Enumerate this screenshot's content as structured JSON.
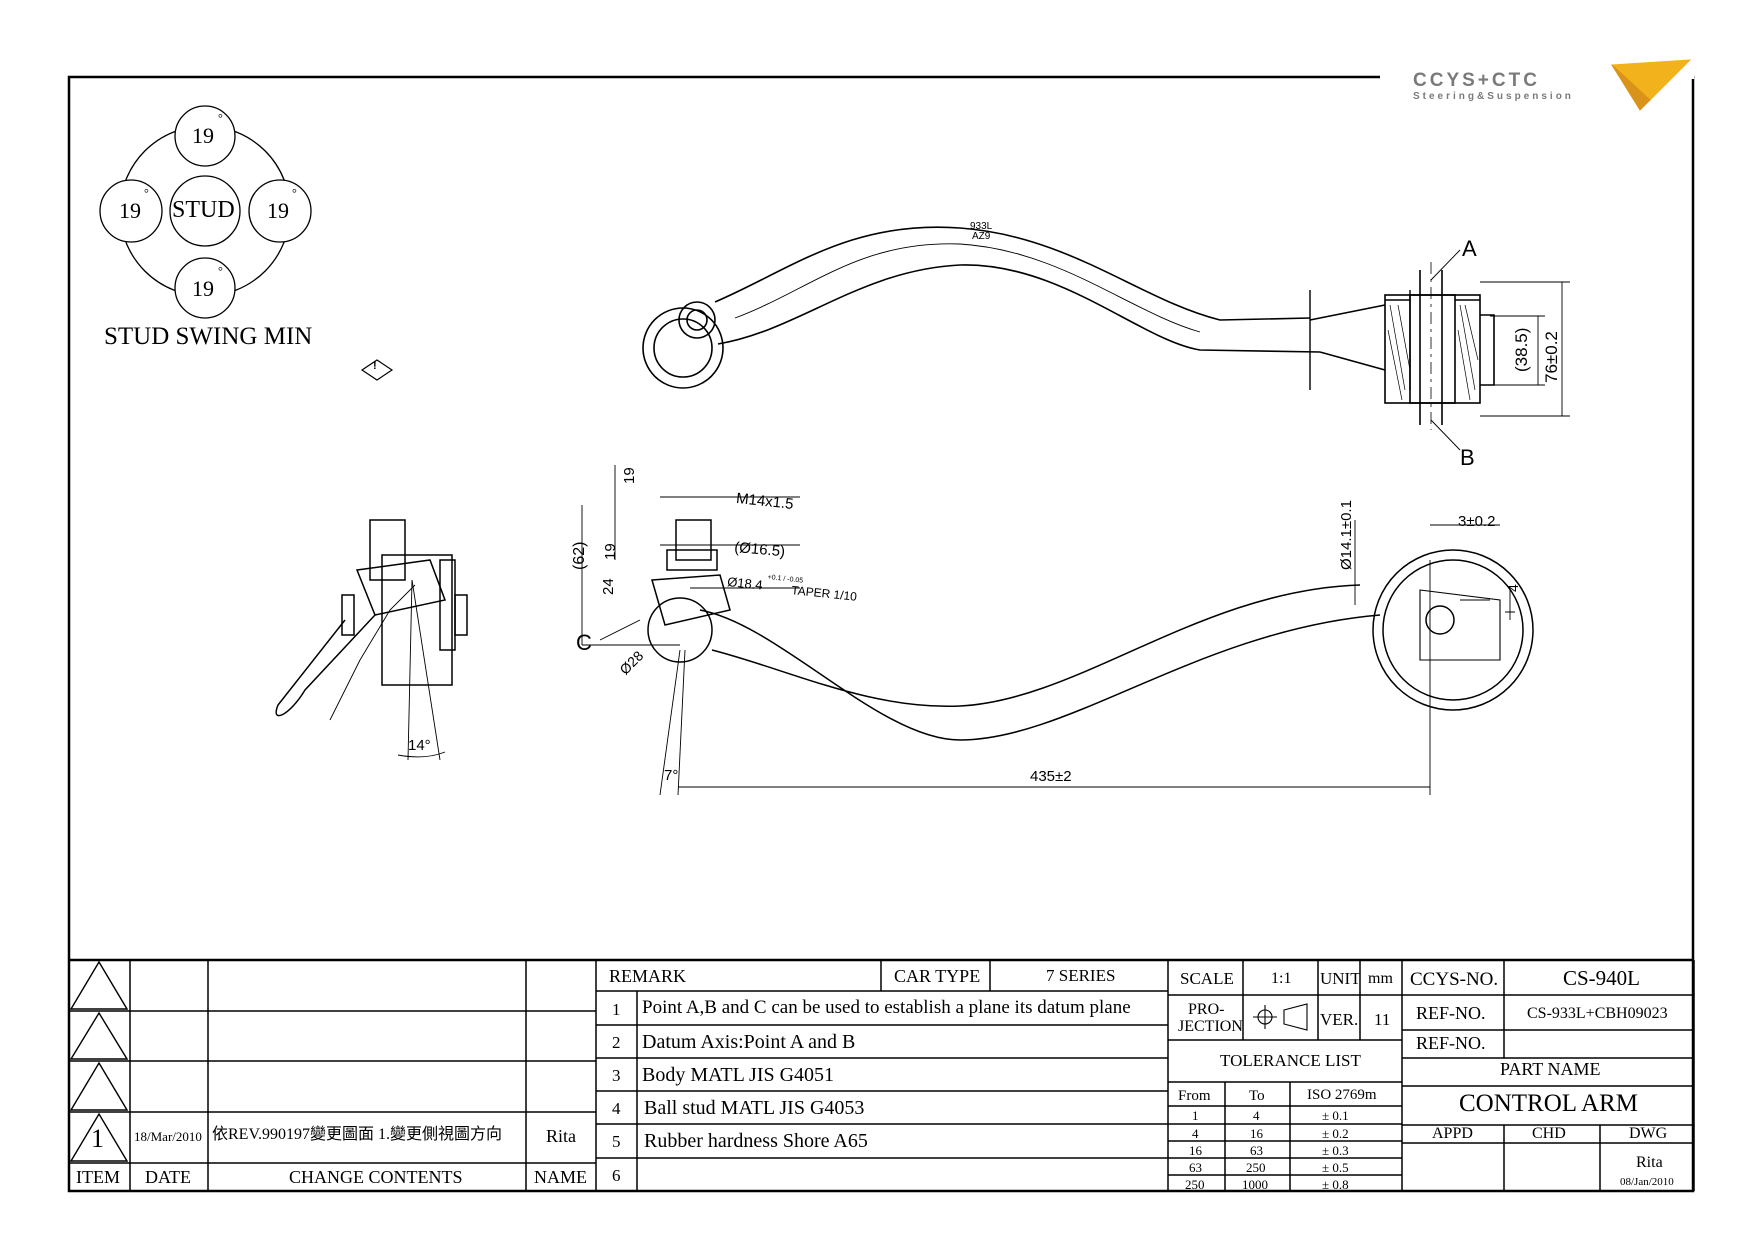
{
  "logo": {
    "brand": "CCYS+CTC",
    "tagline": "Steering&Suspension"
  },
  "stud_swing": {
    "caption": "STUD SWING MIN",
    "center": "STUD",
    "top": "19",
    "left": "19",
    "right": "19",
    "bottom": "19",
    "degree_symbol": "°"
  },
  "top_view": {
    "part_mark_1": "933L",
    "part_mark_2": "AZ9",
    "point_a": "A",
    "point_b": "B",
    "dim_bushing_inner": "(38.5)",
    "dim_bushing_outer": "76±0.2"
  },
  "side_view": {
    "warning_symbol": "!",
    "angle": "14°"
  },
  "front_view": {
    "dim_thread": "M14x1.5",
    "dim_shank": "(Ø16.5)",
    "dim_taper": "Ø18.4",
    "dim_taper_tol": "+0.1 / -0.05",
    "taper_note": "TAPER 1/10",
    "dim_19_top": "19",
    "dim_62": "(62)",
    "dim_19_mid": "19",
    "dim_24": "24",
    "point_c": "C",
    "dim_ball": "Ø28",
    "angle_7": "7°",
    "dim_length": "435±2",
    "dim_bore": "Ø14.1±0.1",
    "dim_offset": "3±0.2",
    "dim_4": "4"
  },
  "revision_table": {
    "rows": [
      {
        "item": "",
        "date": "",
        "contents": "",
        "name": ""
      },
      {
        "item": "",
        "date": "",
        "contents": "",
        "name": ""
      },
      {
        "item": "",
        "date": "",
        "contents": "",
        "name": ""
      },
      {
        "item": "1",
        "date": "18/Mar/2010",
        "contents": "依REV.990197變更圖面 1.變更側視圖方向",
        "name": "Rita"
      }
    ],
    "headers": {
      "item": "ITEM",
      "date": "DATE",
      "contents": "CHANGE CONTENTS",
      "name": "NAME"
    }
  },
  "remarks": {
    "label": "REMARK",
    "car_type_label": "CAR TYPE",
    "car_type": "7 SERIES",
    "items": [
      {
        "no": "1",
        "text": "Point A,B and C can be used to establish a plane its datum plane"
      },
      {
        "no": "2",
        "text": "Datum Axis:Point A and B"
      },
      {
        "no": "3",
        "text": "Body MATL JIS G4051"
      },
      {
        "no": "4",
        "text": "Ball stud MATL JIS G4053"
      },
      {
        "no": "5",
        "text": "Rubber hardness Shore A65"
      },
      {
        "no": "6",
        "text": ""
      }
    ]
  },
  "scale_block": {
    "scale_label": "SCALE",
    "scale": "1:1",
    "unit_label": "UNIT",
    "unit": "mm",
    "projection_label_1": "PRO-",
    "projection_label_2": "JECTION",
    "ver_label": "VER.",
    "ver": "11",
    "tolerance_title": "TOLERANCE LIST",
    "tol_headers": {
      "from": "From",
      "to": "To",
      "iso": "ISO 2769m"
    },
    "tolerances": [
      {
        "from": "1",
        "to": "4",
        "tol": "± 0.1"
      },
      {
        "from": "4",
        "to": "16",
        "tol": "± 0.2"
      },
      {
        "from": "16",
        "to": "63",
        "tol": "± 0.3"
      },
      {
        "from": "63",
        "to": "250",
        "tol": "± 0.5"
      },
      {
        "from": "250",
        "to": "1000",
        "tol": "± 0.8"
      }
    ]
  },
  "title_block": {
    "ccys_no_label": "CCYS-NO.",
    "ccys_no": "CS-940L",
    "ref_no_label_1": "REF-NO.",
    "ref_no_1": "CS-933L+CBH09023",
    "ref_no_label_2": "REF-NO.",
    "ref_no_2": "",
    "part_name_label": "PART NAME",
    "part_name": "CONTROL ARM",
    "appd_label": "APPD",
    "chd_label": "CHD",
    "dwg_label": "DWG",
    "dwg_name": "Rita",
    "dwg_date": "08/Jan/2010"
  },
  "colors": {
    "logo_accent": "#f2b21c",
    "logo_gray": "#7a7a7a",
    "line": "#000000"
  }
}
